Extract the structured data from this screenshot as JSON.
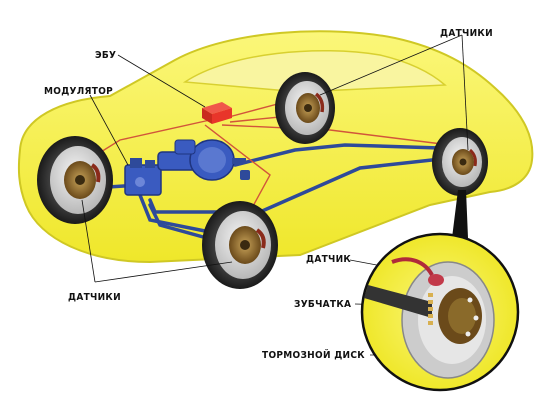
{
  "labels": {
    "ecu": "ЭБУ",
    "modulator": "МОДУЛЯТОР",
    "sensors_top": "ДАТЧИКИ",
    "sensors_bottom": "ДАТЧИКИ",
    "sensor": "ДАТЧИК",
    "tone_ring": "ЗУБЧАТКА",
    "brake_disc": "ТОРМОЗНОЙ ДИСК"
  },
  "colors": {
    "car_body": "#f4ef3c",
    "car_outline": "#c9c21a",
    "brake_line": "#2e4a9a",
    "sensor_wire": "#d2553a",
    "ecu": "#e8352a",
    "tire": "#2a2a2a",
    "wheel_hub": "#8a6a2a"
  }
}
